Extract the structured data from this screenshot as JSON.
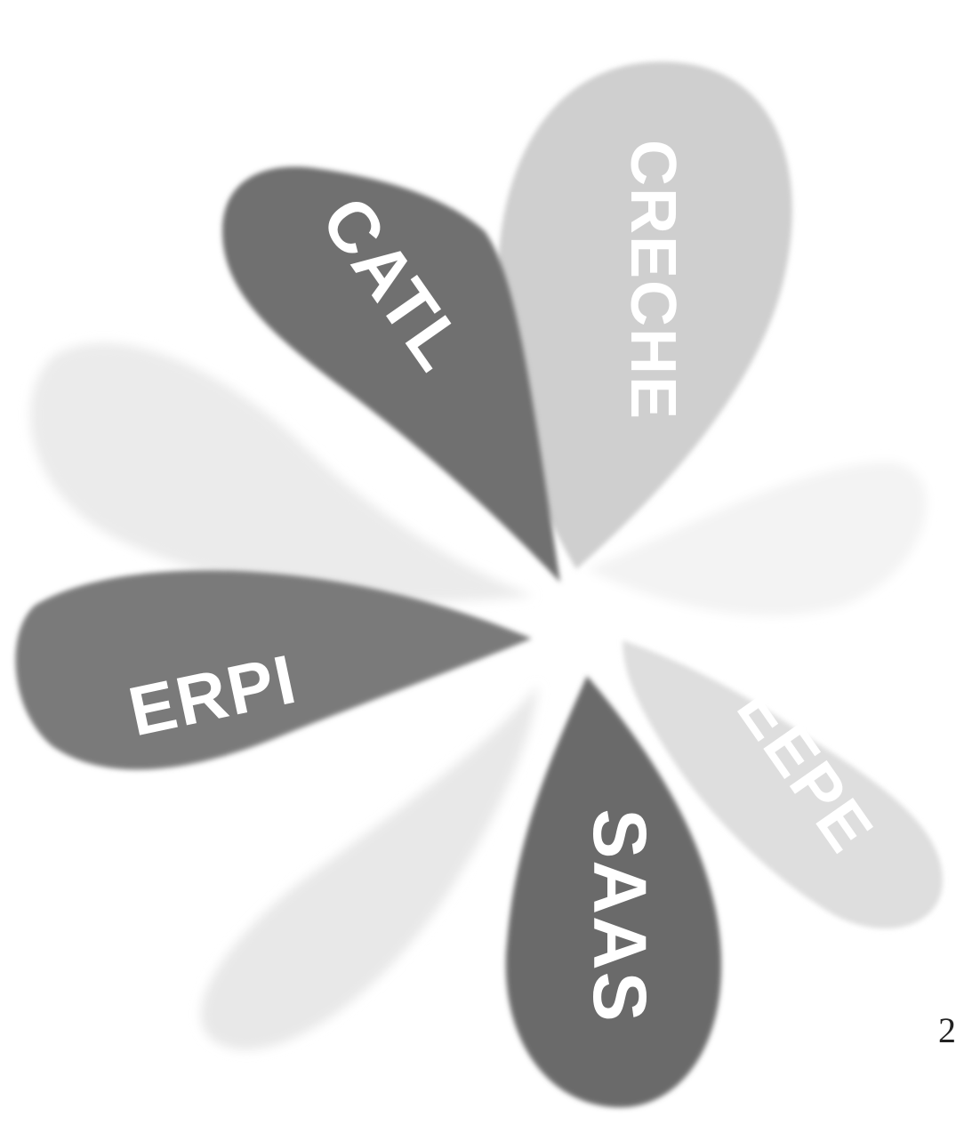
{
  "petals": [
    {
      "id": "creche",
      "label": "CRECHE",
      "tone": "#cfcfcf",
      "text": "#eaeaea"
    },
    {
      "id": "catl",
      "label": "CATL",
      "tone": "#707070",
      "text": "#ffffff"
    },
    {
      "id": "blank-left",
      "label": "",
      "tone": "#ebebeb",
      "text": "#ffffff"
    },
    {
      "id": "erpi",
      "label": "ERPI",
      "tone": "#7a7a7a",
      "text": "#ffffff"
    },
    {
      "id": "faded-bottom-left",
      "label": "",
      "tone": "#e8e8e8",
      "text": "#f7f7f7"
    },
    {
      "id": "saas",
      "label": "SAAS",
      "tone": "#6a6a6a",
      "text": "#ffffff"
    },
    {
      "id": "eepe",
      "label": "EEPE",
      "tone": "#dedede",
      "text": "#ffffff"
    },
    {
      "id": "blank-right",
      "label": "",
      "tone": "#f3f3f3",
      "text": "#ffffff"
    }
  ],
  "side_mark": "2"
}
